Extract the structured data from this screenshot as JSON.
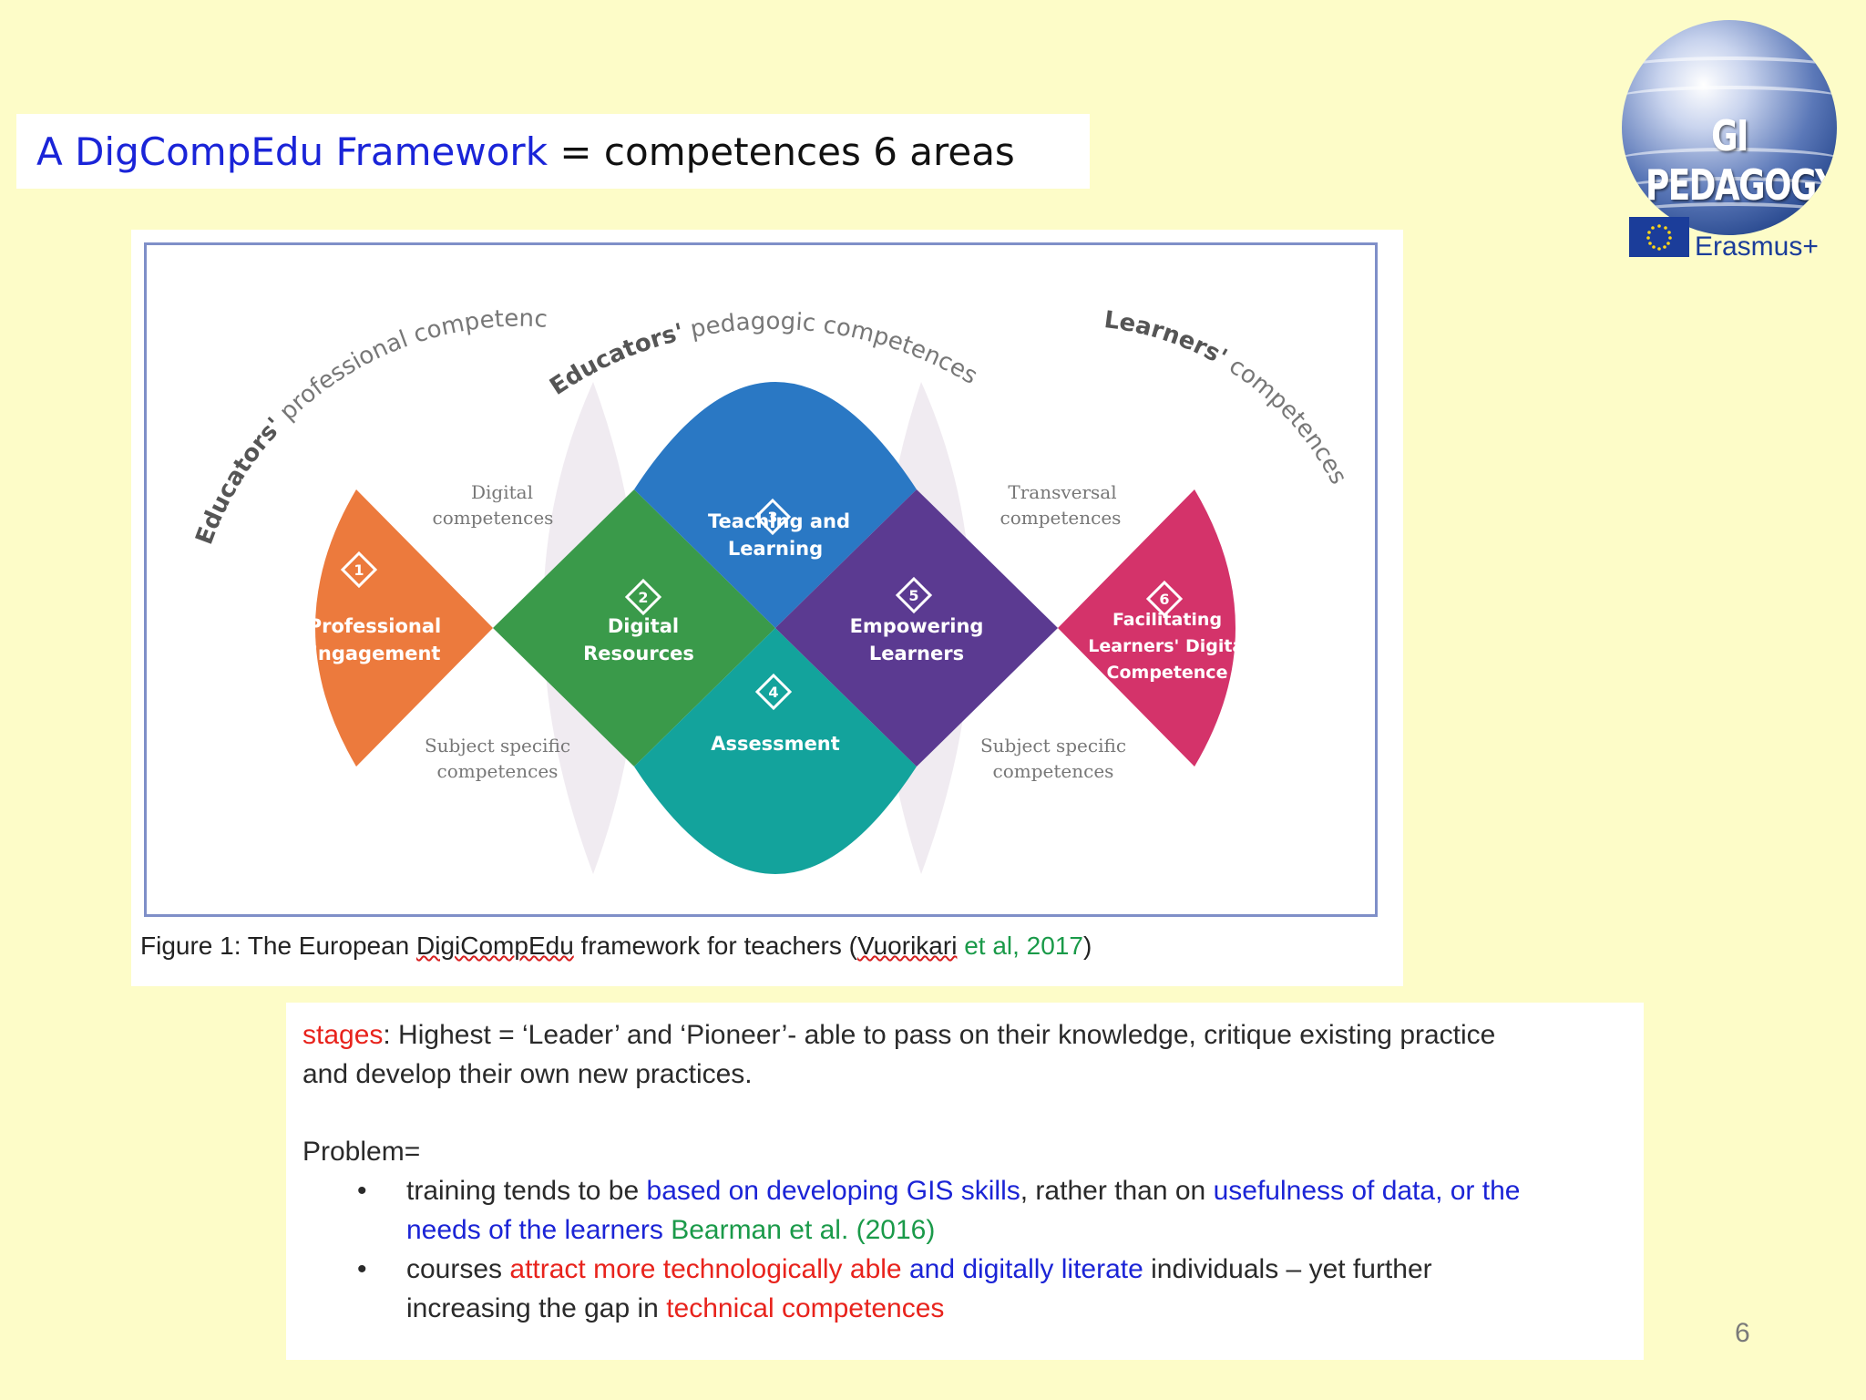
{
  "title": {
    "link": "A DigCompEdu Framework",
    "rest": " = competences 6 areas"
  },
  "logo": {
    "text": "GI PEDAGOGY",
    "erasmus": "Erasmus+"
  },
  "diagram": {
    "arc_professional_1": "Educators'",
    "arc_professional_2": "professional competences",
    "arc_pedagogic_1": "Educators'",
    "arc_pedagogic_2": "pedagogic competences",
    "arc_learners_1": "Learners'",
    "arc_learners_2": "competences",
    "digital_1": "Digital",
    "digital_2": "competences",
    "transversal_1": "Transversal",
    "transversal_2": "competences",
    "subject_left_1": "Subject specific",
    "subject_left_2": "competences",
    "subject_right_1": "Subject specific",
    "subject_right_2": "competences",
    "area1_num": "1",
    "area1_l1": "Professional",
    "area1_l2": "Engagement",
    "area2_num": "2",
    "area2_l1": "Digital",
    "area2_l2": "Resources",
    "area3_num": "3",
    "area3_l1": "Teaching and",
    "area3_l2": "Learning",
    "area4_num": "4",
    "area4_l1": "Assessment",
    "area5_num": "5",
    "area5_l1": "Empowering",
    "area5_l2": "Learners",
    "area6_num": "6",
    "area6_l1": "Facilitating",
    "area6_l2": "Learners' Digital",
    "area6_l3": "Competence",
    "colors": {
      "professional": "#ec7a3d",
      "digital_resources": "#3a9a4a",
      "teaching": "#2a78c4",
      "assessment": "#13a39c",
      "empowering": "#5b3a91",
      "facilitating": "#d4336a"
    }
  },
  "caption": {
    "p1": "Figure 1: The European ",
    "p2": "DigiCompEdu",
    "p3": " framework for teachers (",
    "p4": "Vuorikari",
    "p5": " et al, 2017",
    "p6": ")"
  },
  "text": {
    "stages_label": "stages",
    "stages_rest": ": Highest = ‘Leader’ and ‘Pioneer’- able to pass on their knowledge, critique existing practice",
    "stages_line2": "and develop their own new practices.",
    "problem": "Problem=",
    "bullet_char": "•",
    "b1_a": "training tends to be ",
    "b1_b": "based on developing GIS skills",
    "b1_c": ", rather than on ",
    "b1_d": "usefulness of data, or the",
    "b1_e": "needs of the learners",
    "b1_f": " Bearman et al. (2016)",
    "b2_a": "courses ",
    "b2_b": "attract more technologically able",
    "b2_c": " and ",
    "b2_d": "digitally literate",
    "b2_e": " individuals – yet further",
    "b2_f": "increasing the gap in ",
    "b2_g": "technical competences"
  },
  "page_number": "6"
}
